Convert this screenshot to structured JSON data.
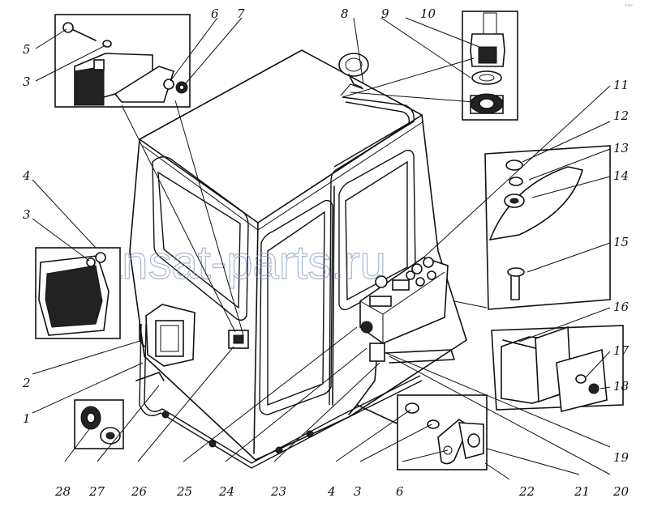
{
  "watermark": "ansat-parts.ru",
  "corner_mark": "ᵉᵃᵘ",
  "callouts": [
    {
      "id": "c5",
      "label": "5"
    },
    {
      "id": "c3a",
      "label": "3"
    },
    {
      "id": "c6a",
      "label": "6"
    },
    {
      "id": "c7",
      "label": "7"
    },
    {
      "id": "c8",
      "label": "8"
    },
    {
      "id": "c9",
      "label": "9"
    },
    {
      "id": "c10",
      "label": "10"
    },
    {
      "id": "c11",
      "label": "11"
    },
    {
      "id": "c12",
      "label": "12"
    },
    {
      "id": "c13",
      "label": "13"
    },
    {
      "id": "c14",
      "label": "14"
    },
    {
      "id": "c15",
      "label": "15"
    },
    {
      "id": "c16",
      "label": "16"
    },
    {
      "id": "c17",
      "label": "17"
    },
    {
      "id": "c18",
      "label": "18"
    },
    {
      "id": "c19",
      "label": "19"
    },
    {
      "id": "c4a",
      "label": "4"
    },
    {
      "id": "c3b",
      "label": "3"
    },
    {
      "id": "c2",
      "label": "2"
    },
    {
      "id": "c1",
      "label": "1"
    },
    {
      "id": "c28",
      "label": "28"
    },
    {
      "id": "c27",
      "label": "27"
    },
    {
      "id": "c26",
      "label": "26"
    },
    {
      "id": "c25",
      "label": "25"
    },
    {
      "id": "c24",
      "label": "24"
    },
    {
      "id": "c23",
      "label": "23"
    },
    {
      "id": "c4b",
      "label": "4"
    },
    {
      "id": "c3c",
      "label": "3"
    },
    {
      "id": "c6b",
      "label": "6"
    },
    {
      "id": "c22",
      "label": "22"
    },
    {
      "id": "c21",
      "label": "21"
    },
    {
      "id": "c20",
      "label": "20"
    }
  ]
}
